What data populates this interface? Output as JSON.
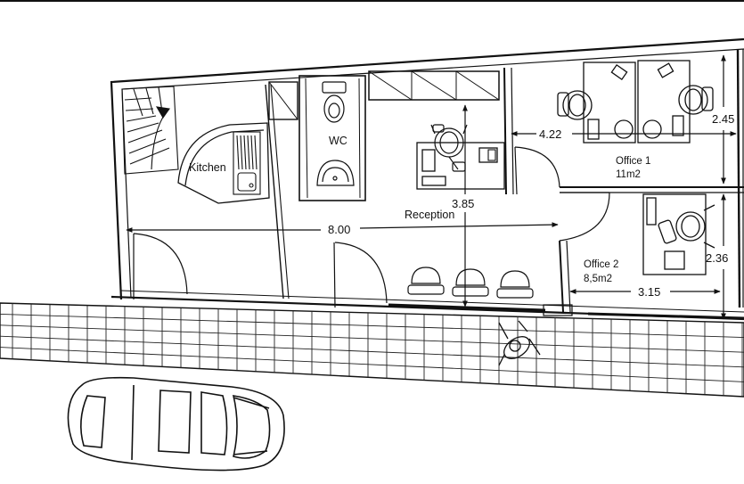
{
  "plan": {
    "rooms": {
      "kitchen": "Kitchen",
      "wc": "WC",
      "reception": "Reception",
      "office1_name": "Office 1",
      "office1_area": "11m2",
      "office2_name": "Office 2",
      "office2_area": "8,5m2"
    },
    "dimensions": {
      "overall_width": "8.00",
      "reception_depth": "3.85",
      "office1_width": "4.22",
      "office1_depth": "2.45",
      "office2_depth": "2.36",
      "office2_width": "3.15"
    }
  },
  "icons": [
    "staircase-icon",
    "sink-icon",
    "toilet-icon",
    "washbasin-icon",
    "desk-icon",
    "office-chair-icon",
    "chair-icon",
    "person-icon",
    "car-icon"
  ]
}
